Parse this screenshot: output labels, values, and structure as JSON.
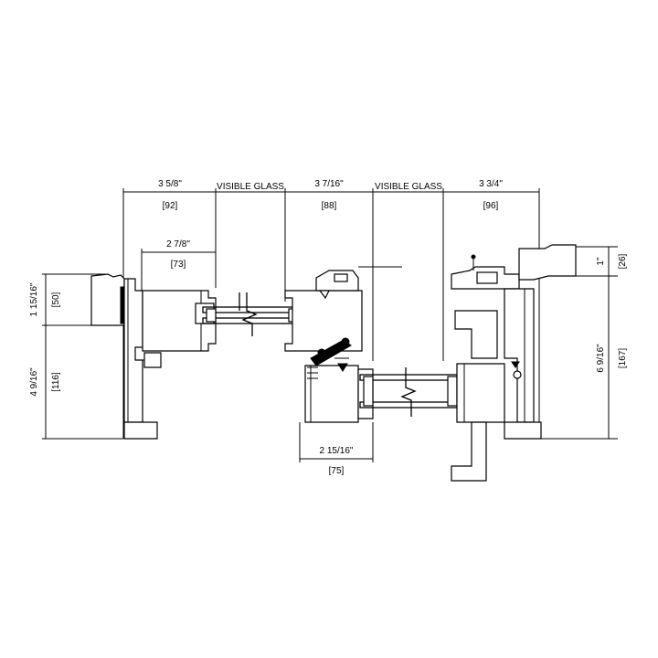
{
  "dimensions_top": {
    "frame_left_imperial": "3 5/8\"",
    "frame_left_metric": "[92]",
    "visible_glass_left": "VISIBLE GLASS",
    "meeting_rail_imperial": "3 7/16\"",
    "meeting_rail_metric": "[88]",
    "visible_glass_right": "VISIBLE GLASS",
    "frame_right_imperial": "3 3/4\"",
    "frame_right_metric": "[96]",
    "sash_left_imperial": "2 7/8\"",
    "sash_left_metric": "[73]"
  },
  "dimensions_left": {
    "upper_imperial": "1 15/16\"",
    "upper_metric": "[50]",
    "lower_imperial": "4 9/16\"",
    "lower_metric": "[116]"
  },
  "dimensions_right": {
    "upper_imperial": "1\"",
    "upper_metric": "[26]",
    "lower_imperial": "6 9/16\"",
    "lower_metric": "[167]"
  },
  "dimensions_bottom": {
    "sash_imperial": "2 15/16\"",
    "sash_metric": "[75]"
  }
}
